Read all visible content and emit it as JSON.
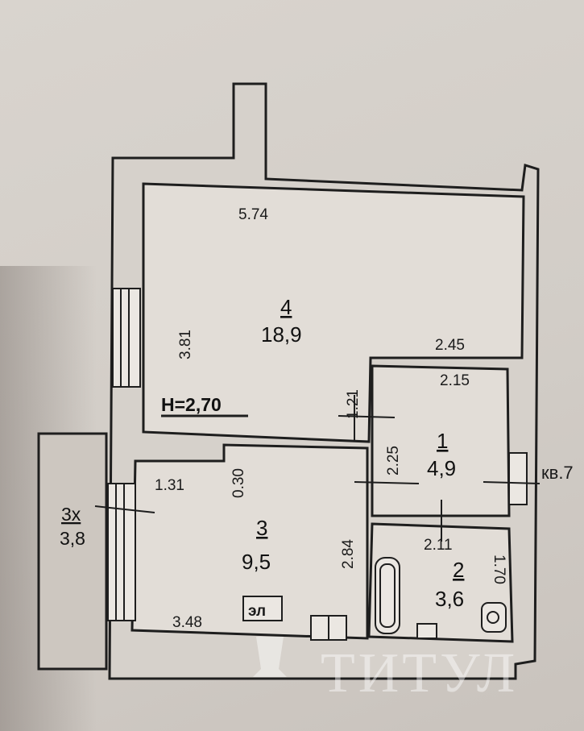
{
  "rooms": [
    {
      "number": "4",
      "area": "18,9"
    },
    {
      "number": "1",
      "area": "4,9"
    },
    {
      "number": "3",
      "area": "9,5"
    },
    {
      "number": "2",
      "area": "3,6"
    },
    {
      "number": "3х",
      "area": "3,8"
    }
  ],
  "dimensions": {
    "room4_top": "5.74",
    "room4_left": "3.81",
    "room4_right": "2.45",
    "room1_top": "2.15",
    "room1_door": "1.21",
    "room1_left": "2.25",
    "room3_top": "1.31",
    "room3_niche": "0.30",
    "room3_right": "2.84",
    "room3_bottom": "3.48",
    "room2_top": "2.11",
    "room2_right": "1.70"
  },
  "ceiling_height": "H=2,70",
  "labels": {
    "electric_panel": "эл",
    "apartment": "кв.7"
  },
  "watermark": "ТИТУЛ"
}
